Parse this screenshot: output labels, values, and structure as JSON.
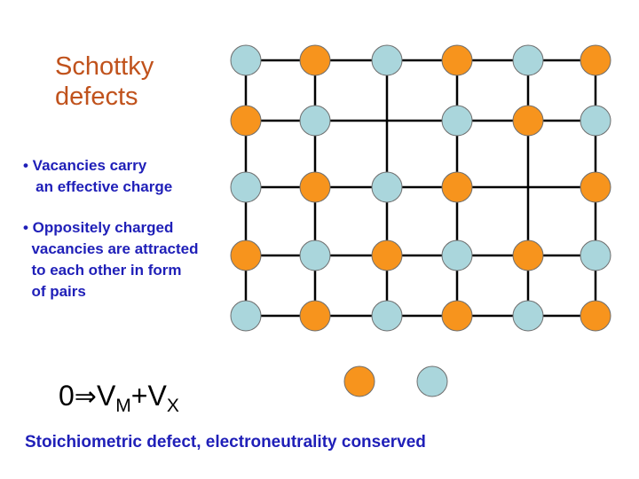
{
  "title": "Schottky\ndefects",
  "bullets": [
    "• Vacancies carry\n   an effective charge",
    "• Oppositely charged\n  vacancies are attracted\n  to each other in form\n  of pairs"
  ],
  "equation": {
    "lhs": "0",
    "arrow": "⇒",
    "v1": "V",
    "sub1": "M",
    "plus": "+",
    "v2": "V",
    "sub2": "X"
  },
  "footer": "Stoichiometric defect, electroneutrality conserved",
  "colors": {
    "cation": "#f7941d",
    "anion": "#aad6dc",
    "outline": "#6e6e6e",
    "grid": "#000000",
    "title": "#c0521c",
    "text": "#1f1fb8"
  },
  "lattice": {
    "rows": [
      [
        "anion",
        "cation",
        "anion",
        "cation",
        "anion",
        "cation"
      ],
      [
        "cation",
        "anion",
        "vacancy",
        "anion",
        "cation",
        "anion"
      ],
      [
        "anion",
        "cation",
        "anion",
        "cation",
        "vacancy",
        "cation"
      ],
      [
        "cation",
        "anion",
        "cation",
        "anion",
        "cation",
        "anion"
      ],
      [
        "anion",
        "cation",
        "anion",
        "cation",
        "anion",
        "cation"
      ]
    ],
    "displaced_ions": [
      "cation",
      "anion"
    ]
  }
}
